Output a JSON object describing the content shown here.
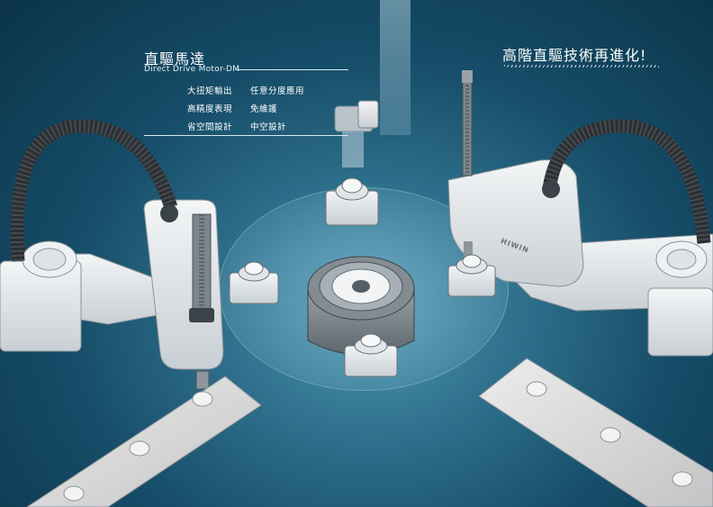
{
  "header": {
    "title_zh": "直驅馬達",
    "title_en": "Direct Drive Motor-DM",
    "slogan": "高階直驅技術再進化!"
  },
  "features": [
    {
      "left": "大扭矩輸出",
      "right": "任意分度應用"
    },
    {
      "left": "高精度表現",
      "right": "免維護"
    },
    {
      "left": "省空間設計",
      "right": "中空設計"
    }
  ],
  "brand_label": "HIWIN",
  "colors": {
    "background_dark": "#0b3348",
    "background_light": "#4f96ae",
    "robot_body": "#e6e9ec",
    "cable": "#2b2f33",
    "rail": "#dcdcdc"
  }
}
